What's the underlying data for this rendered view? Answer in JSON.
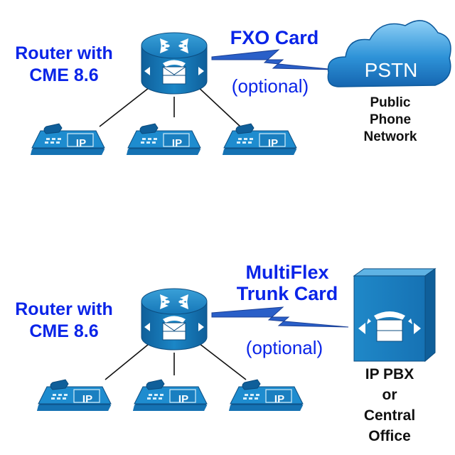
{
  "top": {
    "router_label_line1": "Router with",
    "router_label_line2": "CME 8.6",
    "card_label": "FXO Card",
    "optional_label": "(optional)",
    "cloud_label": "PSTN",
    "cloud_caption_line1": "Public",
    "cloud_caption_line2": "Phone",
    "cloud_caption_line3": "Network",
    "phone_label": "IP"
  },
  "bottom": {
    "router_label_line1": "Router with",
    "router_label_line2": "CME 8.6",
    "card_label_line1": "MultiFlex",
    "card_label_line2": "Trunk Card",
    "optional_label": "(optional)",
    "pbx_caption_line1": "IP PBX",
    "pbx_caption_line2": "or",
    "pbx_caption_line3": "Central",
    "pbx_caption_line4": "Office",
    "phone_label": "IP"
  },
  "colors": {
    "label_blue": "#0a24e8",
    "device_blue": "#1a7fc0",
    "cloud_blue": "#2a8fd6",
    "link_blue": "#1e4fb4"
  }
}
